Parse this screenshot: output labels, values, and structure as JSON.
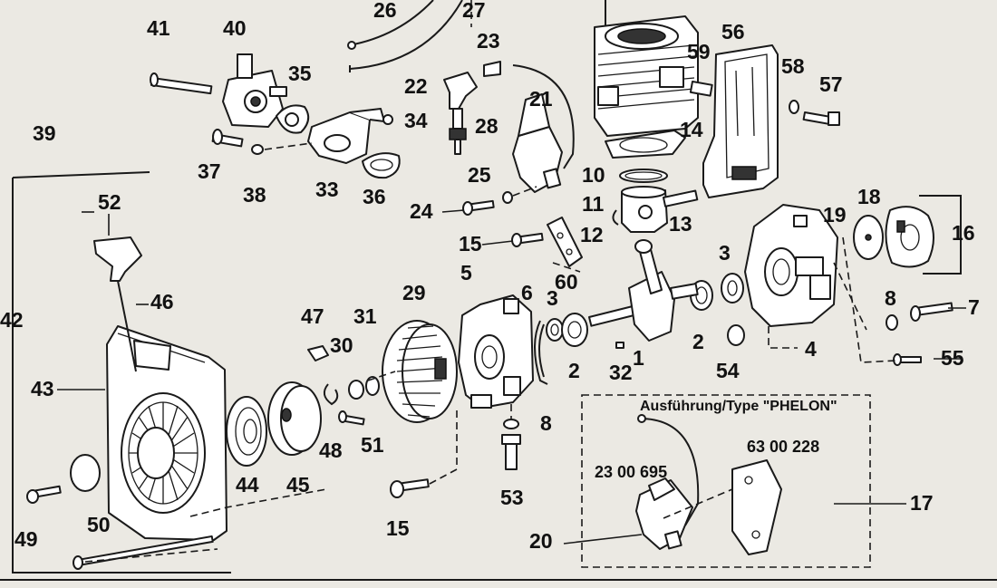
{
  "colors": {
    "ink": "#1a1a1a",
    "paper": "#ebe9e3",
    "part_fill": "#ffffff"
  },
  "variant_box": {
    "caption": "Ausführung/Type \"PHELON\"",
    "code_left": "23 00 695",
    "code_right": "63 00 228"
  },
  "callouts": [
    "1",
    "2",
    "2",
    "3",
    "3",
    "4",
    "5",
    "6",
    "7",
    "8",
    "8",
    "10",
    "11",
    "12",
    "13",
    "14",
    "15",
    "15",
    "16",
    "17",
    "18",
    "19",
    "20",
    "21",
    "22",
    "23",
    "24",
    "25",
    "26",
    "27",
    "28",
    "29",
    "30",
    "31",
    "32",
    "33",
    "34",
    "35",
    "36",
    "37",
    "38",
    "39",
    "40",
    "41",
    "42",
    "43",
    "44",
    "45",
    "46",
    "47",
    "48",
    "49",
    "50",
    "51",
    "52",
    "53",
    "54",
    "55",
    "56",
    "57",
    "58",
    "59",
    "60"
  ]
}
